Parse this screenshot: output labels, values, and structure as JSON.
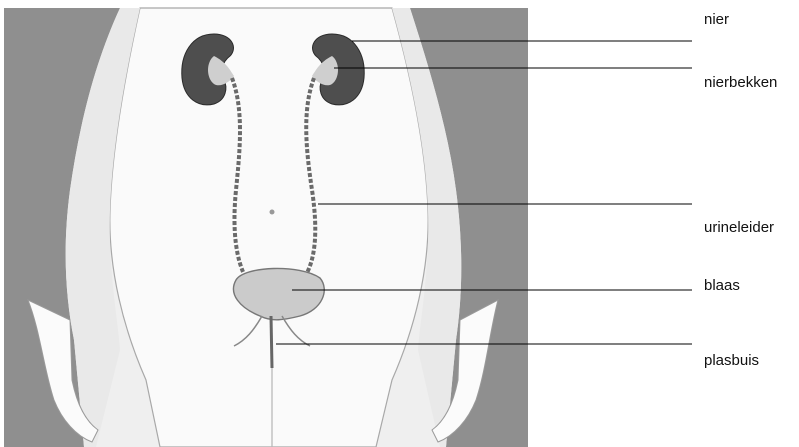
{
  "labels": {
    "nier": "nier",
    "nierbekken": "nierbekken",
    "urineleider": "urineleider",
    "blaas": "blaas",
    "plasbuis": "plasbuis"
  },
  "colors": {
    "background": "#ffffff",
    "body_outline": "#8c8c8c",
    "body_fill": "#f7f7f7",
    "kidney": "#4a4a4a",
    "bladder": "#c9c9c9",
    "leader_line": "#000000"
  }
}
